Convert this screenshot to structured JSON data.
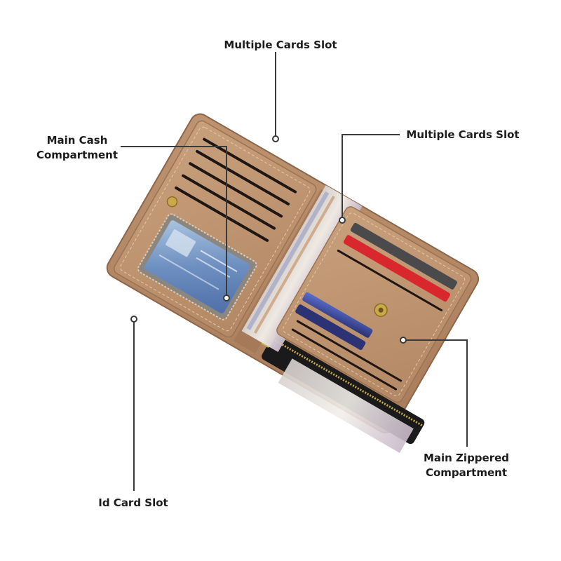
{
  "callouts": {
    "top_cards": "Multiple Cards Slot",
    "cash": "Main Cash\nCompartment",
    "right_cards": "Multiple Cards Slot",
    "zipper": "Main Zippered\nCompartment",
    "id_slot": "Id Card Slot"
  },
  "colors": {
    "leather": "#b48866",
    "leather_dark": "#9c7252",
    "leather_panel": "#c29a76",
    "slot": "#1e1612",
    "red_card": "#d9272e",
    "grey_card": "#4a4a4c",
    "blue_card": "#3a3f8f",
    "leader_line": "#3a3a3a"
  }
}
